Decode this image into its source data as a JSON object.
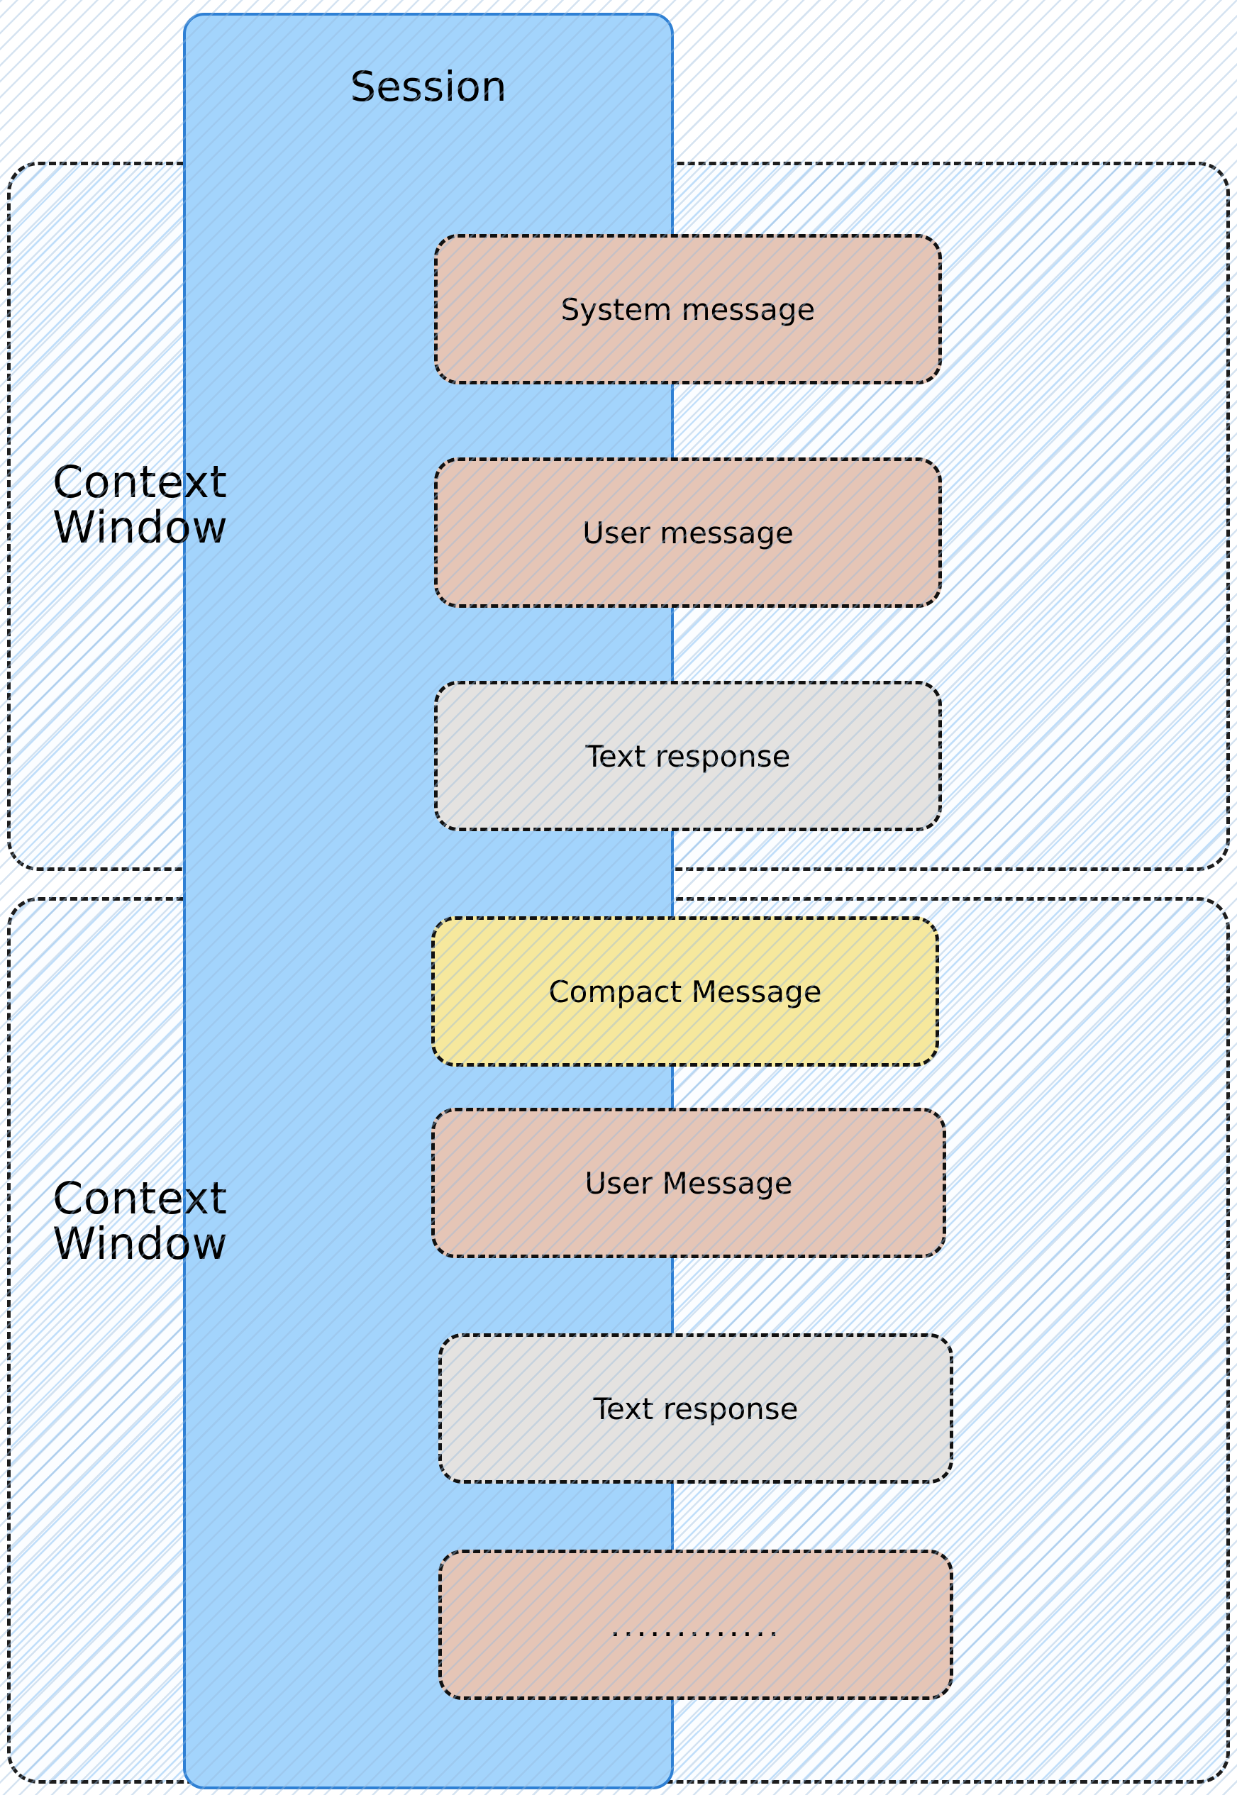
{
  "diagram": {
    "title": "Session context window diagram",
    "session": {
      "label": "Session",
      "fill_color": "#a3d4fc",
      "border_color": "#2f80d4"
    },
    "context_windows": [
      {
        "label": "Context\nWindow",
        "border_style": "dashed",
        "border_color": "#1d1d1d",
        "fill_pattern": "diagonal-hatch-light-blue"
      },
      {
        "label": "Context\nWindow",
        "border_style": "dashed",
        "border_color": "#1d1d1d",
        "fill_pattern": "diagonal-hatch-light-blue"
      }
    ],
    "messages": [
      {
        "label": "System message",
        "kind": "system",
        "color": "#e5c5b6",
        "window": 1
      },
      {
        "label": "User message",
        "kind": "user",
        "color": "#e5c5b6",
        "window": 1
      },
      {
        "label": "Text response",
        "kind": "response",
        "color": "#e4e2e0",
        "window": 1
      },
      {
        "label": "Compact Message",
        "kind": "compact",
        "color": "#f6e89d",
        "window": 2
      },
      {
        "label": "User Message",
        "kind": "user",
        "color": "#e5c5b6",
        "window": 2
      },
      {
        "label": "Text response",
        "kind": "response",
        "color": "#e4e2e0",
        "window": 2
      },
      {
        "label": ".............",
        "kind": "ellipsis",
        "color": "#e5c5b6",
        "window": 2
      }
    ]
  }
}
